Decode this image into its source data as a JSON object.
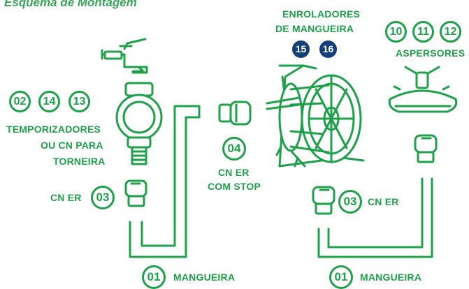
{
  "title": "Esquema de Montagem",
  "badges": {
    "b10": "10",
    "b11": "11",
    "b12": "12",
    "b02": "02",
    "b14": "14",
    "b13": "13",
    "b04": "04",
    "b03a": "03",
    "b03b": "03",
    "b01a": "01",
    "b01b": "01",
    "b15": "15",
    "b16": "16"
  },
  "labels": {
    "enroladores_line1": "ENROLADORES",
    "enroladores_line2": "DE MANGUEIRA",
    "aspersores": "ASPERSORES",
    "temporizadores_line1": "TEMPORIZADORES",
    "temporizadores_line2": "OU CN PARA",
    "temporizadores_line3": "TORNEIRA",
    "cn_er_left": "CN ER",
    "cn_er_stop_line1": "CN ER",
    "cn_er_stop_line2": "COM STOP",
    "cn_er_right": "CN ER",
    "mangueira_left": "MANGUEIRA",
    "mangueira_right": "MANGUEIRA"
  },
  "colors": {
    "green": "#1fa04a",
    "navy": "#143f7a",
    "title_green": "#3aa35a"
  },
  "icons": [
    "faucet-icon",
    "timer-icon",
    "connector-icon",
    "stop-connector-icon",
    "hose-reel-icon",
    "sprinkler-icon"
  ]
}
